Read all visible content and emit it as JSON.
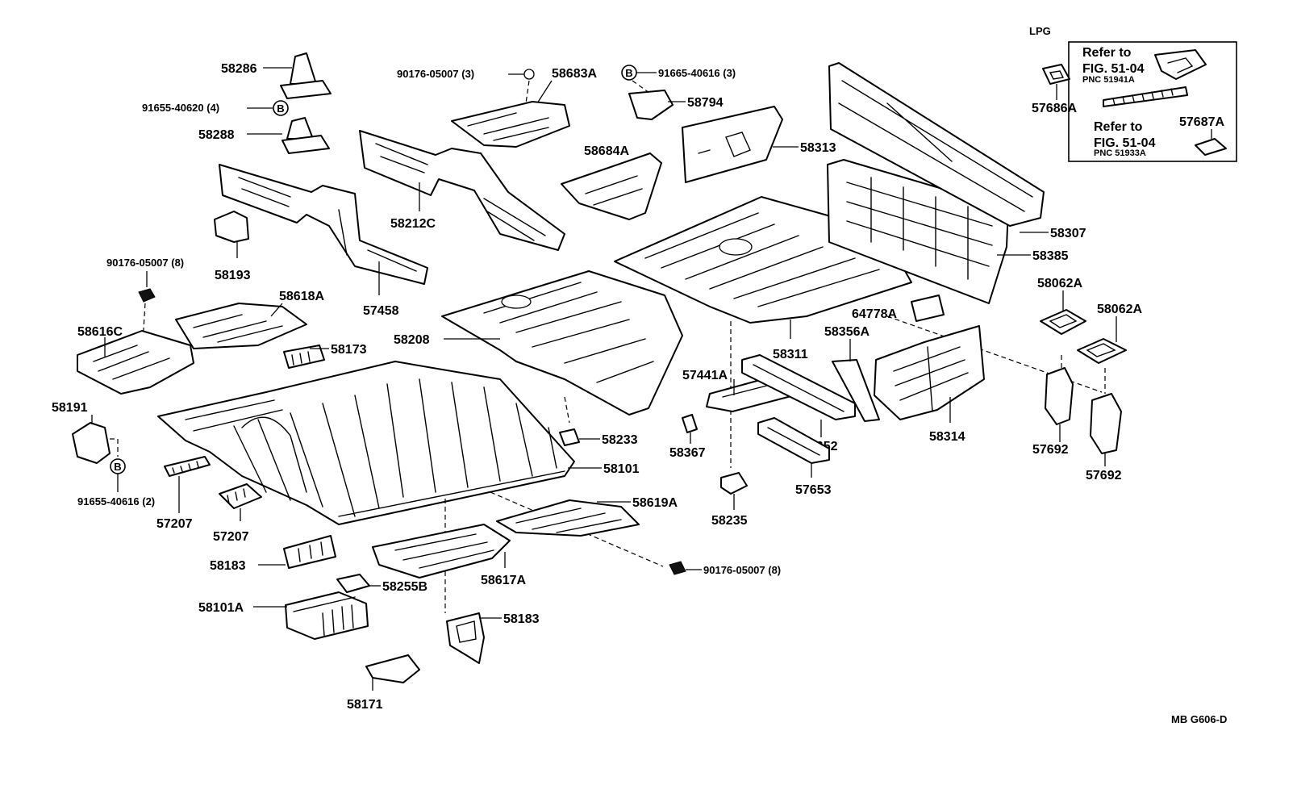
{
  "inset": {
    "title": "LPG",
    "refer_1": "Refer to",
    "fig_1": "FIG. 51-04",
    "pnc_1": "PNC 51941A",
    "refer_2": "Refer to",
    "fig_2": "FIG. 51-04",
    "pnc_2": "PNC 51933A",
    "part_57686A": "57686A",
    "part_57687A": "57687A"
  },
  "callouts": {
    "p58286": "58286",
    "p91655_40620": "91655-40620 (4)",
    "p58288": "58288",
    "p90176_05007_3": "90176-05007 (3)",
    "p58683A": "58683A",
    "p91665_40616_3": "91665-40616 (3)",
    "p58794": "58794",
    "p58313": "58313",
    "p58684A": "58684A",
    "p58212C": "58212C",
    "p58193": "58193",
    "p57458": "57458",
    "p90176_05007_8a": "90176-05007 (8)",
    "p58618A": "58618A",
    "p58616C": "58616C",
    "p58173": "58173",
    "p58208": "58208",
    "p58307": "58307",
    "p58385": "58385",
    "p58062A_1": "58062A",
    "p58062A_2": "58062A",
    "p64778A": "64778A",
    "p58311": "58311",
    "p58356A": "58356A",
    "p57441A": "57441A",
    "p58314": "58314",
    "p57692_1": "57692",
    "p57692_2": "57692",
    "p58191": "58191",
    "p91655_40616_2": "91655-40616 (2)",
    "p57207_1": "57207",
    "p57207_2": "57207",
    "p58233": "58233",
    "p58367": "58367",
    "p57652": "57652",
    "p58101": "58101",
    "p57653": "57653",
    "p58235": "58235",
    "p58619A": "58619A",
    "p58183_1": "58183",
    "p58255B": "58255B",
    "p58617A": "58617A",
    "p90176_05007_8b": "90176-05007 (8)",
    "p58101A": "58101A",
    "p58183_2": "58183",
    "p58171": "58171",
    "fig_code": "MB G606-D"
  },
  "b_mark": "B"
}
